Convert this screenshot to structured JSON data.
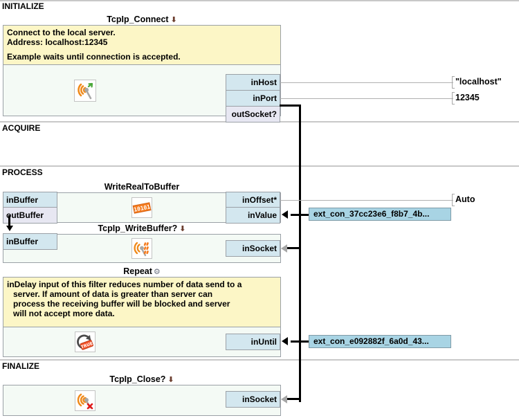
{
  "sections": [
    {
      "label": "INITIALIZE"
    },
    {
      "label": "ACQUIRE"
    },
    {
      "label": "PROCESS"
    },
    {
      "label": "FINALIZE"
    }
  ],
  "filters": {
    "connect": {
      "title": "TcpIp_Connect",
      "title_mark": "⬇",
      "icon": "tcp-connect-icon",
      "note": [
        "Connect to the local server.",
        "Address: localhost:12345",
        "",
        "Example waits until connection is accepted."
      ],
      "ports": [
        {
          "name": "inHost",
          "kind": "in"
        },
        {
          "name": "inPort",
          "kind": "in"
        },
        {
          "name": "outSocket?",
          "kind": "out"
        }
      ]
    },
    "write_real": {
      "title": "WriteRealToBuffer",
      "icon": "binary-buffer-icon",
      "ports_left": [
        {
          "name": "inBuffer",
          "kind": "in"
        },
        {
          "name": "outBuffer",
          "kind": "out"
        }
      ],
      "ports_right": [
        {
          "name": "inOffset*",
          "kind": "in"
        },
        {
          "name": "inValue",
          "kind": "in"
        }
      ]
    },
    "write_buffer": {
      "title": "TcpIp_WriteBuffer?",
      "title_mark": "⬇",
      "icon": "tcp-write-icon",
      "ports_left": [
        {
          "name": "inBuffer",
          "kind": "in"
        }
      ],
      "ports_right": [
        {
          "name": "inSocket",
          "kind": "in"
        }
      ]
    },
    "repeat": {
      "title": "Repeat",
      "title_gear": "⚙",
      "icon": "repeat-true-icon",
      "note": [
        "inDelay input of this filter reduces number of data send to a",
        "server. If amount of data is greater than server can",
        "process the receiving buffer will be blocked and server",
        "will not accept more data."
      ],
      "ports_right": [
        {
          "name": "inUntil",
          "kind": "in"
        }
      ]
    },
    "close": {
      "title": "TcpIp_Close?",
      "title_mark": "⬇",
      "icon": "tcp-close-icon",
      "ports_right": [
        {
          "name": "inSocket",
          "kind": "in"
        }
      ]
    }
  },
  "constants": [
    {
      "id": "host-value",
      "value": "\"localhost\""
    },
    {
      "id": "port-value",
      "value": "12345"
    },
    {
      "id": "offset-value",
      "value": "Auto"
    }
  ],
  "external_connectors": [
    {
      "id": "ext-con-value",
      "label": "ext_con_37cc23e6_f8b7_4b..."
    },
    {
      "id": "ext-con-until",
      "label": "ext_con_e092882f_6a0d_43..."
    }
  ],
  "colors": {
    "input_port": "#d3e7ef",
    "output_port": "#e7e7f2",
    "note_background": "#fcf6c6",
    "body_background": "#f4faf5",
    "external_connector": "#a8d4e4",
    "border": "#9aa0a6",
    "bus": "#000000"
  }
}
